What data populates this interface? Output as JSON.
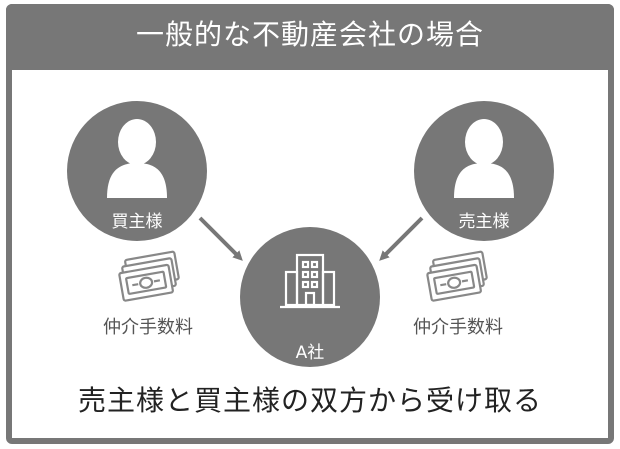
{
  "header": {
    "title": "一般的な不動産会社の場合"
  },
  "buyer": {
    "label": "買主様"
  },
  "seller": {
    "label": "売主様"
  },
  "company": {
    "label": "A社"
  },
  "fees": {
    "left_label": "仲介手数料",
    "right_label": "仲介手数料"
  },
  "summary": {
    "text": "売主様と買主様の双方から受け取る"
  },
  "colors": {
    "frame": "#777777",
    "circle": "#777777",
    "arrow": "#777777",
    "icon": "#888888"
  },
  "icons": {
    "buyer": "person-icon",
    "seller": "person-icon",
    "company": "building-icon",
    "money": "money-icon"
  }
}
